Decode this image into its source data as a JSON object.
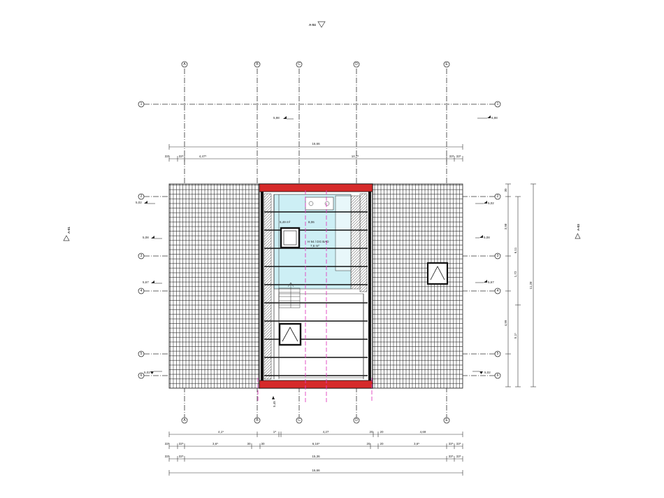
{
  "elevation_markers": {
    "top": "A-04",
    "left": "A-01",
    "right": "A-03"
  },
  "grid_axes": {
    "columns": [
      "A",
      "B",
      "C",
      "D",
      "E"
    ],
    "rows": [
      "1",
      "2",
      "3",
      "4",
      "5",
      "6"
    ]
  },
  "level_labels": {
    "top_left": "5,98",
    "top_right": "5,98",
    "left_2": "5,02",
    "right_2": "5,02",
    "left_mid": "5,08",
    "right_mid": "5,08",
    "left_4": "5,67",
    "right_4": "5,67",
    "left_6": "5,02",
    "right_6": "5,02",
    "bottom_center": "5,45"
  },
  "dimensions": {
    "top_overall": "16,66",
    "top_left_seg": "4,47⁵",
    "top_mid_seg": "10,7⁵",
    "top_edge_a": "33⁵",
    "top_edge_b": "33⁵",
    "top_edge_c": "33⁵",
    "top_edge_d": "33⁵",
    "right_1": "30",
    "right_2": "3,98",
    "right_3": "6,11",
    "right_4": "1,72",
    "right_5": "5,1⁵",
    "right_6": "4,99",
    "right_overall": "11,28",
    "bot1_a": "4,1⁵",
    "bot1_b": "1⁸",
    "bot1_c": "4,27",
    "bot1_d": "20",
    "bot1_e": "20",
    "bot1_f": "4,69",
    "bot2_a": "33⁵",
    "bot2_b": "33⁵",
    "bot2_c": "3,6⁵",
    "bot2_d": "30",
    "bot2_e": "30",
    "bot2_f": "6,16⁵",
    "bot2_g": "20",
    "bot2_h": "20",
    "bot2_i": "3,6⁵",
    "bot2_j": "33⁵",
    "bot2_k": "33⁵",
    "bot3_a": "33⁵",
    "bot3_b": "33⁵",
    "bot3_c": "15,36",
    "bot3_d": "33⁵",
    "bot3_e": "33⁵",
    "bot4_overall": "16,66"
  },
  "room_labels": {
    "area": "8,06",
    "name": "H 94 / DG BAD",
    "sub": "7,6 m²",
    "note": "5,49 m²"
  },
  "colors": {
    "roof_red": "#d62a2a",
    "room_fill": "#cdeff5",
    "level_pink": "#e040c0",
    "line": "#333333"
  }
}
